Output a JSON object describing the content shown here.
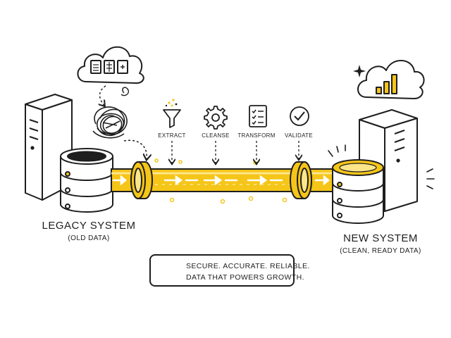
{
  "legacy": {
    "title": "LEGACY SYSTEM",
    "subtitle": "(OLD DATA)"
  },
  "target": {
    "title": "NEW SYSTEM",
    "subtitle": "(CLEAN, READY DATA)"
  },
  "steps": [
    {
      "label": "EXTRACT",
      "icon": "funnel-icon"
    },
    {
      "label": "CLEANSE",
      "icon": "gear-icon"
    },
    {
      "label": "TRANSFORM",
      "icon": "checklist-icon"
    },
    {
      "label": "VALIDATE",
      "icon": "check-circle-icon"
    }
  ],
  "banner": {
    "line1": "SECURE. ACCURATE. RELIABLE.",
    "line2": "DATA THAT POWERS GROWTH."
  },
  "colors": {
    "accent": "#f5c518",
    "ink": "#1e1e1e",
    "accent_light": "#fde68a"
  }
}
